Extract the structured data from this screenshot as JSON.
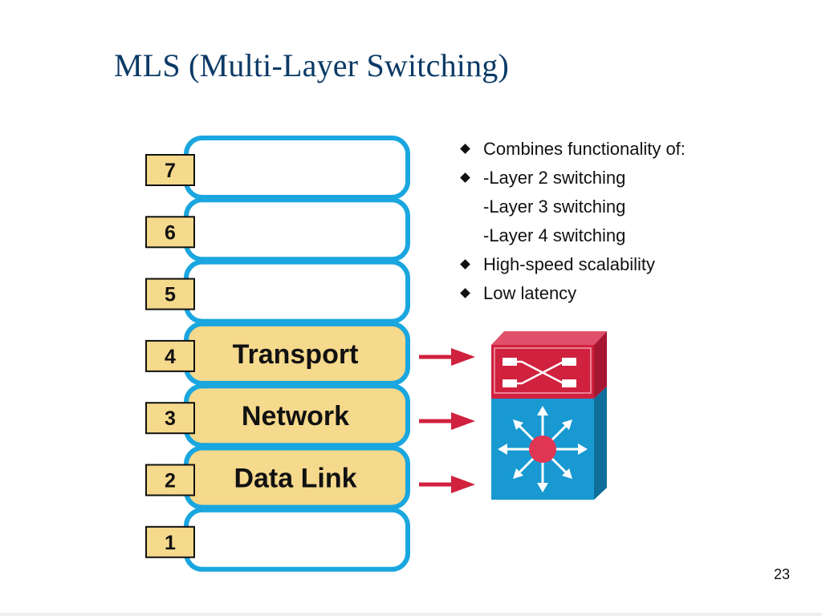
{
  "slide": {
    "title": "MLS (Multi-Layer Switching)",
    "page_number": "23"
  },
  "osi_stack": {
    "layers": [
      {
        "number": "7",
        "name": "",
        "highlighted": false
      },
      {
        "number": "6",
        "name": "",
        "highlighted": false
      },
      {
        "number": "5",
        "name": "",
        "highlighted": false
      },
      {
        "number": "4",
        "name": "Transport",
        "highlighted": true
      },
      {
        "number": "3",
        "name": "Network",
        "highlighted": true
      },
      {
        "number": "2",
        "name": "Data Link",
        "highlighted": true
      },
      {
        "number": "1",
        "name": "",
        "highlighted": false
      }
    ],
    "colors": {
      "outline": "#1aa6df",
      "highlight_fill": "#f5d98c",
      "plain_fill": "#ffffff",
      "number_box_fill": "#f5d98c",
      "arrow": "#d0213e"
    }
  },
  "bullets": {
    "items": [
      {
        "text": "Combines functionality of:",
        "marker": true
      },
      {
        "text": "-Layer 2 switching",
        "marker": true
      },
      {
        "text": "-Layer 3 switching",
        "marker": false
      },
      {
        "text": "-Layer 4 switching",
        "marker": false
      },
      {
        "text": "High-speed scalability",
        "marker": true
      },
      {
        "text": "Low latency",
        "marker": true
      }
    ]
  },
  "device": {
    "icon": "multilayer-switch-icon",
    "colors": {
      "top_front": "#d0213e",
      "top_side": "#a61731",
      "top_roof": "#e0506a",
      "bottom_front": "#1899d2",
      "bottom_side": "#0f6d99",
      "hub": "#e03553"
    }
  }
}
